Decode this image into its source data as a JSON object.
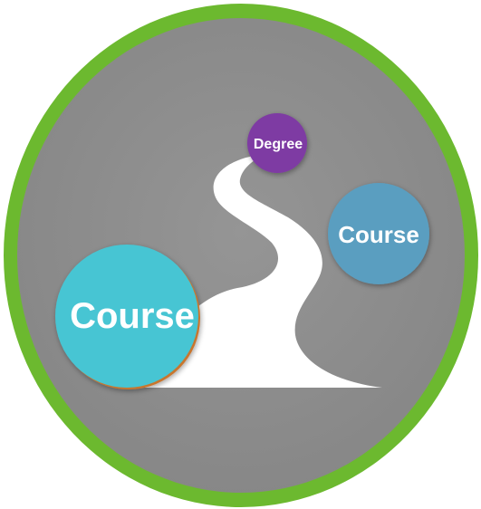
{
  "diagram": {
    "bubbles": [
      {
        "id": "degree",
        "label": "Degree",
        "color": "#7e3aa3"
      },
      {
        "id": "course-upper",
        "label": "Course",
        "color": "#5a9ec0"
      },
      {
        "id": "course-lower",
        "label": "Course",
        "color": "#46c5d3"
      }
    ],
    "colors": {
      "outer_ring": "#6cb92f",
      "background": "#8f8f8f",
      "path": "#ffffff"
    }
  }
}
